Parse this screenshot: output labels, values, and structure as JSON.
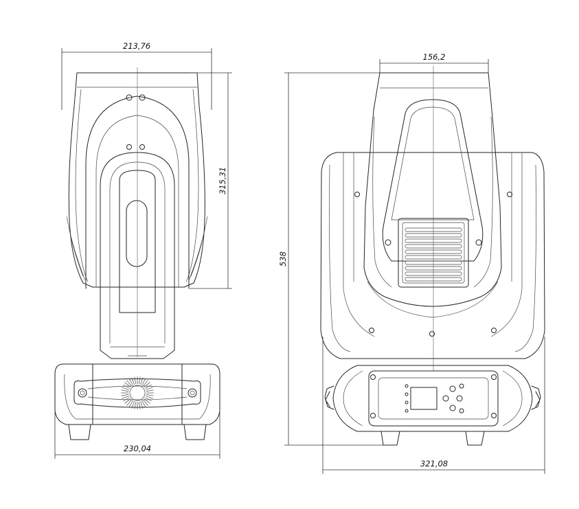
{
  "dimensions": {
    "side_top_width": "213,76",
    "side_head_height": "315,31",
    "side_base_width": "230,04",
    "front_head_width": "156,2",
    "front_total_height": "538",
    "front_base_width": "321,08"
  },
  "colors": {
    "stroke": "#222222",
    "background": "#ffffff"
  }
}
